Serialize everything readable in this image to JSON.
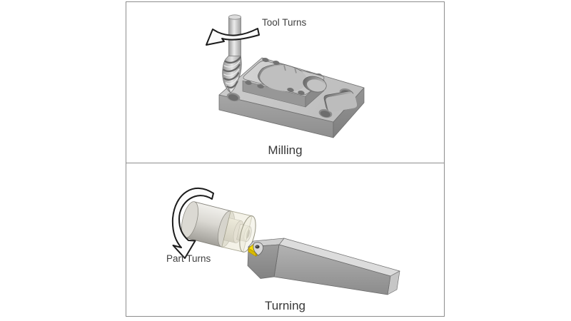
{
  "figure": {
    "panels": [
      {
        "id": "milling",
        "caption": "Milling",
        "annotation": "Tool Turns"
      },
      {
        "id": "turning",
        "caption": "Turning",
        "annotation": "Part Turns"
      }
    ],
    "colors": {
      "background": "#ffffff",
      "frame_border": "#8d8d8d",
      "metal_light": "#d6d6d6",
      "metal_mid": "#a6a6a6",
      "metal_dark": "#8b8b8b",
      "insert_yellow": "#f5d90a",
      "arrow_outline": "#1b1b1b",
      "arrow_fill": "#fbfbfb",
      "annotation_text": "#3f3f3f",
      "caption_text": "#383838"
    }
  }
}
